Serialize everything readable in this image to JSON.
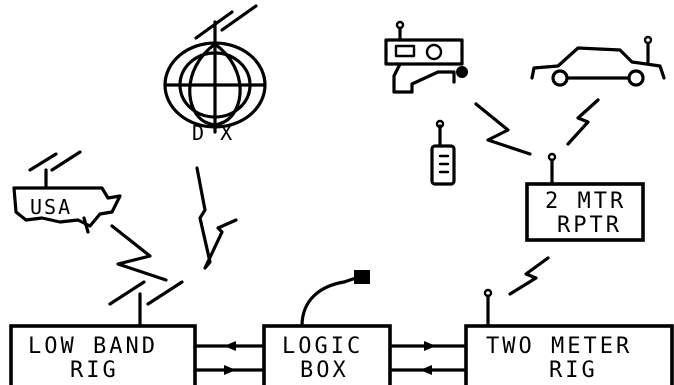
{
  "diagram": {
    "dx_label": "D X",
    "usa_label": "USA",
    "repeater": {
      "line1": "2 MTR",
      "line2": "RPTR"
    },
    "low_band": {
      "line1": "LOW BAND",
      "line2": "RIG"
    },
    "logic": {
      "line1": "LOGIC",
      "line2": "BOX"
    },
    "two_meter": {
      "line1": "TWO METER",
      "line2": "RIG"
    }
  }
}
